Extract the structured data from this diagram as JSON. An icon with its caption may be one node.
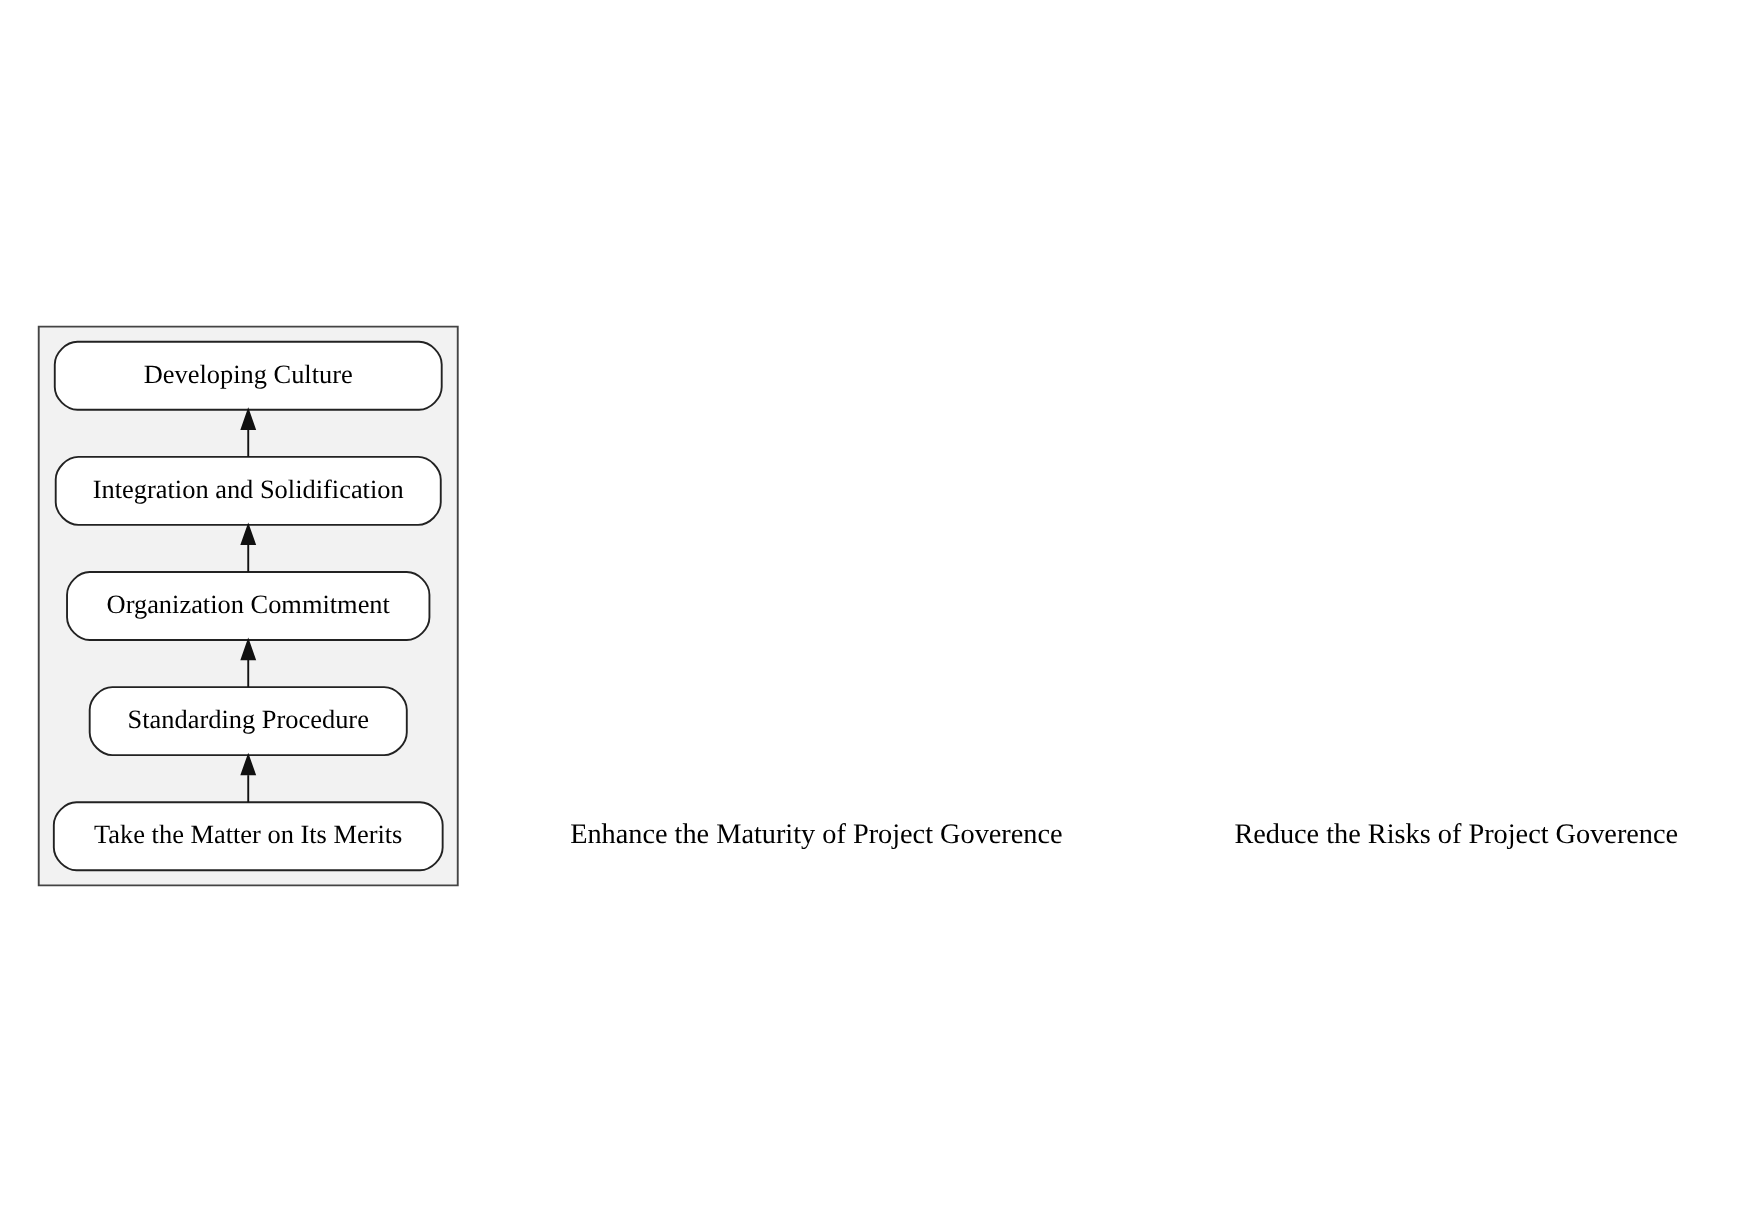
{
  "diagram": {
    "nodes": [
      {
        "text": [],
        "shape": "trapezoid"
      },
      {
        "text": [
          "Developing Culture"
        ],
        "in": 0
      },
      {
        "text": [
          "Integration and Solidification"
        ],
        "in": 0
      },
      {
        "text": [
          "Organization Commitment"
        ],
        "in": 0
      },
      {
        "text": [
          "Standarding Procedure"
        ],
        "in": 0
      },
      {
        "text": [
          "Take the Matter on Its Merits"
        ],
        "in": 0
      }
    ],
    "edges": [
      {
        "from": 5,
        "to": 4,
        "arrow": "to"
      },
      {
        "from": 4,
        "to": 3,
        "arrow": "to"
      },
      {
        "from": 3,
        "to": 2,
        "arrow": "to"
      },
      {
        "from": 2,
        "to": 1,
        "arrow": "to"
      }
    ],
    "labels": [
      "Enhance the Maturity of Project Goverence",
      "Reduce the Risks of Project Goverence"
    ]
  }
}
